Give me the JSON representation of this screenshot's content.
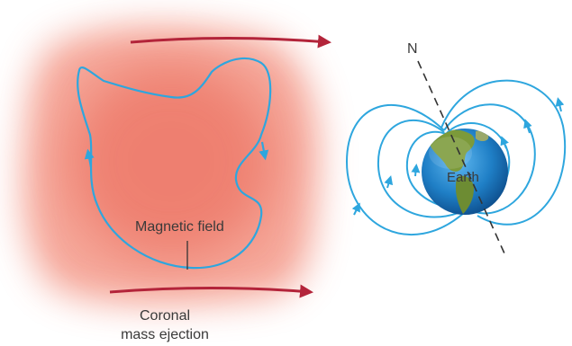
{
  "labels": {
    "magnetic_field": "Magnetic field",
    "cme_line1": "Coronal",
    "cme_line2": "mass ejection",
    "north": "N",
    "earth": "Earth"
  },
  "icons": {
    "flow_arrows": "arrow-right-icon",
    "field_arrows": "chevron-arrow-icon"
  },
  "colors": {
    "cloud": "#f07c6c",
    "cloud_core": "#e65a4c",
    "field_line": "#2ea6de",
    "flow_arrow": "#b3243a",
    "ocean": "#1f7fc6",
    "land": "#7c9a3a",
    "axis": "#333333",
    "text": "#3a3a3a"
  }
}
